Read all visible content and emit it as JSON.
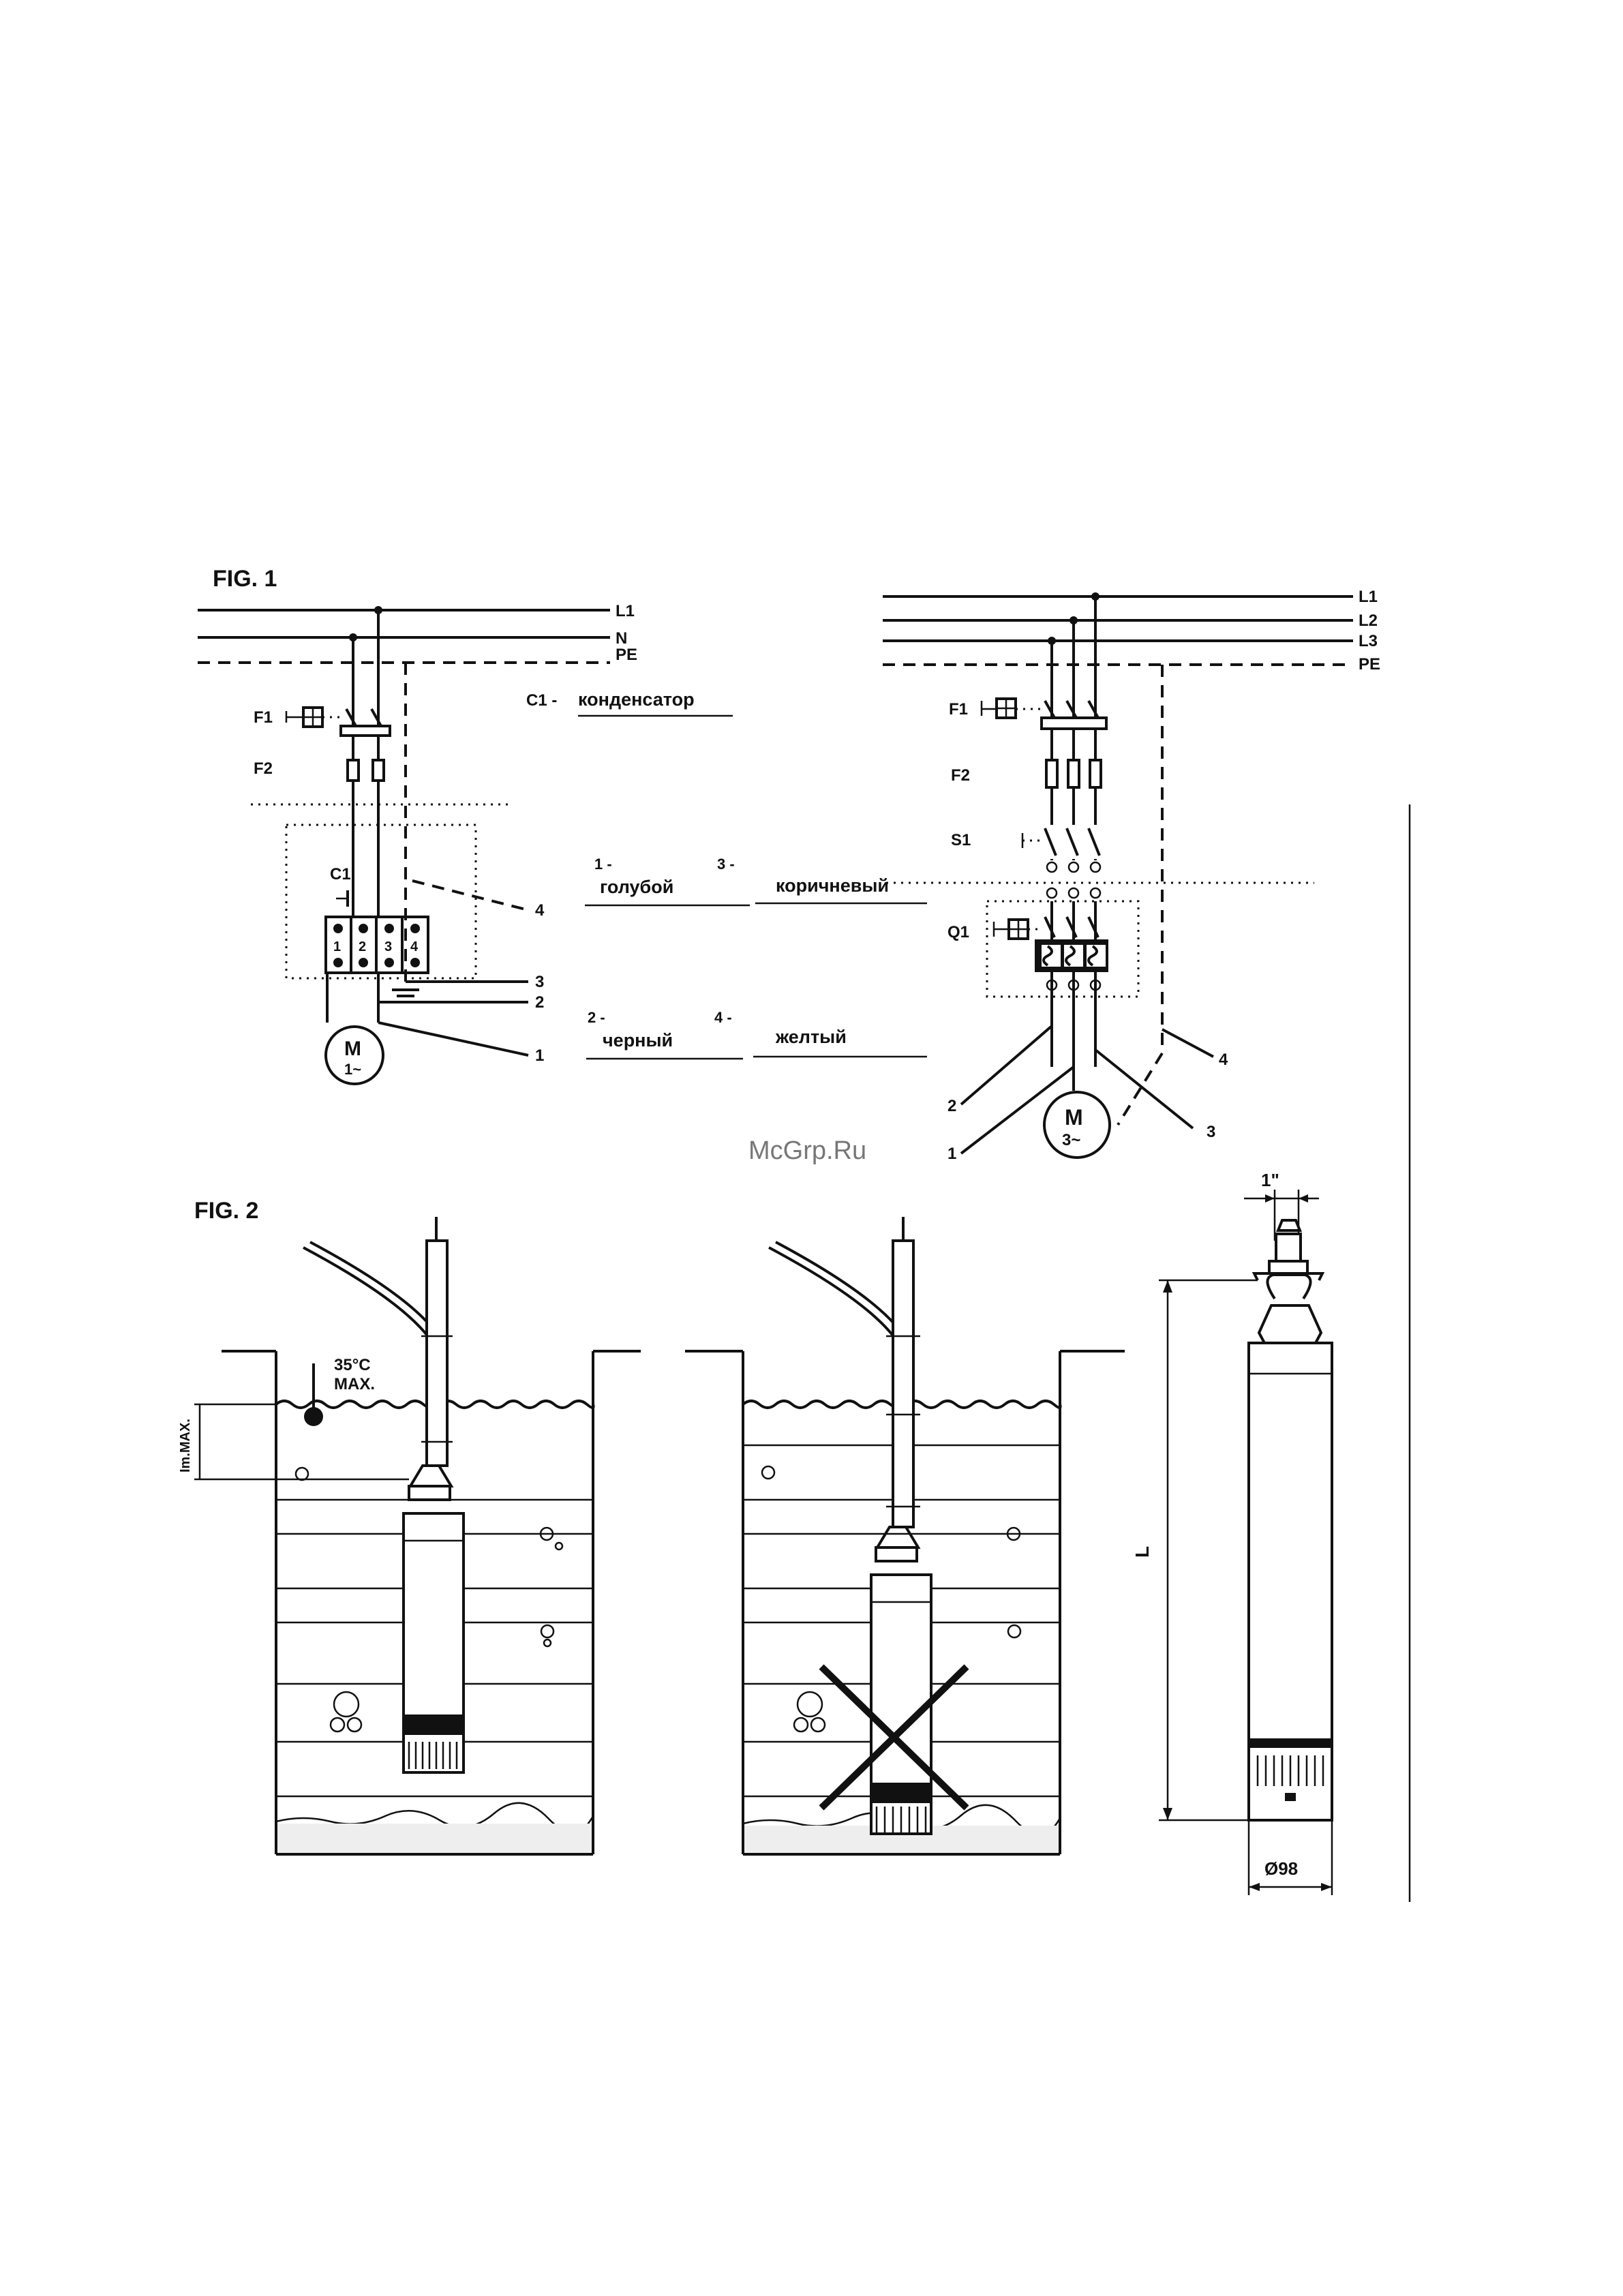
{
  "fig1": {
    "title": "FIG. 1",
    "single_phase": {
      "lines": [
        "L1",
        "N",
        "PE"
      ],
      "devices": {
        "f1": "F1",
        "f2": "F2",
        "c1": "C1"
      },
      "terminals": [
        "1",
        "2",
        "3",
        "4"
      ],
      "wire_numbers": [
        "4",
        "3",
        "2",
        "1"
      ],
      "motor": {
        "symbol": "M",
        "phase": "1~"
      }
    },
    "legend": {
      "c1": {
        "key": "C1 -",
        "value": "конденсатор"
      },
      "items": [
        {
          "key": "1 -",
          "value": "голубой"
        },
        {
          "key": "3 -",
          "value": "коричневый"
        },
        {
          "key": "2 -",
          "value": "черный"
        },
        {
          "key": "4 -",
          "value": "желтый"
        }
      ]
    },
    "three_phase": {
      "lines": [
        "L1",
        "L2",
        "L3",
        "PE"
      ],
      "devices": {
        "f1": "F1",
        "f2": "F2",
        "s1": "S1",
        "q1": "Q1"
      },
      "wire_numbers": [
        "4",
        "2",
        "1",
        "3"
      ],
      "motor": {
        "symbol": "M",
        "phase": "3~"
      }
    }
  },
  "watermark": "McGrp.Ru",
  "fig2": {
    "title": "FIG. 2",
    "temperature": {
      "value": "35°C",
      "label": "MAX."
    },
    "immersion_label": "Im.MAX.",
    "dimensions": {
      "thread": "1\"",
      "length": "L",
      "diameter": "Ø98"
    }
  }
}
